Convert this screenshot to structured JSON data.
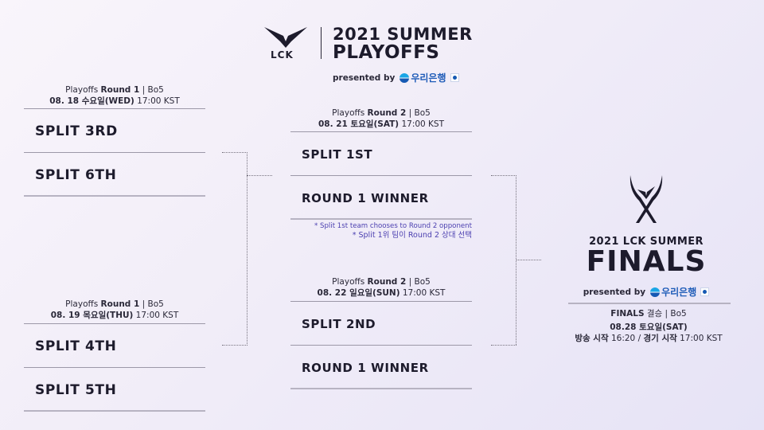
{
  "header": {
    "logo_text": "LCK",
    "title_line1": "2021 SUMMER",
    "title_line2": "PLAYOFFS",
    "presented_by": "presented by",
    "sponsor": "우리은행"
  },
  "round1_match1": {
    "stage_prefix": "Playoffs",
    "stage_round": "Round 1",
    "format": "| Bo5",
    "date": "08. 18 수요일(WED)",
    "time": "17:00 KST",
    "teams": [
      "SPLIT 3RD",
      "SPLIT 6TH"
    ]
  },
  "round1_match2": {
    "stage_prefix": "Playoffs",
    "stage_round": "Round 1",
    "format": "| Bo5",
    "date": "08. 19 목요일(THU)",
    "time": "17:00 KST",
    "teams": [
      "SPLIT 4TH",
      "SPLIT 5TH"
    ]
  },
  "round2_match1": {
    "stage_prefix": "Playoffs",
    "stage_round": "Round 2",
    "format": "| Bo5",
    "date": "08. 21 토요일(SAT)",
    "time": "17:00 KST",
    "teams": [
      "SPLIT 1ST",
      "ROUND 1 WINNER"
    ]
  },
  "round2_match2": {
    "stage_prefix": "Playoffs",
    "stage_round": "Round 2",
    "format": "| Bo5",
    "date": "08. 22 일요일(SUN)",
    "time": "17:00 KST",
    "teams": [
      "SPLIT 2ND",
      "ROUND 1 WINNER"
    ]
  },
  "note": {
    "en": "* Split 1st team chooses to Round 2 opponent",
    "ko": "* Split 1위 팀이 Round 2 상대 선택"
  },
  "finals": {
    "subtitle": "2021 LCK SUMMER",
    "title": "FINALS",
    "presented_by": "presented by",
    "sponsor": "우리은행",
    "stage_en": "FINALS",
    "stage_ko": "결승",
    "format": "| Bo5",
    "date": "08.28 토요일(SAT)",
    "broadcast_label": "방송 시작",
    "broadcast_time": "16:20",
    "separator": "/",
    "match_label": "경기 시작",
    "match_time": "17:00 KST"
  },
  "colors": {
    "text_dark": "#1d1b2c",
    "note_purple": "#4b3fb0",
    "sponsor_blue": "#1f5cb8",
    "bg_start": "#f9f5fb",
    "bg_end": "#e6e3f6"
  }
}
